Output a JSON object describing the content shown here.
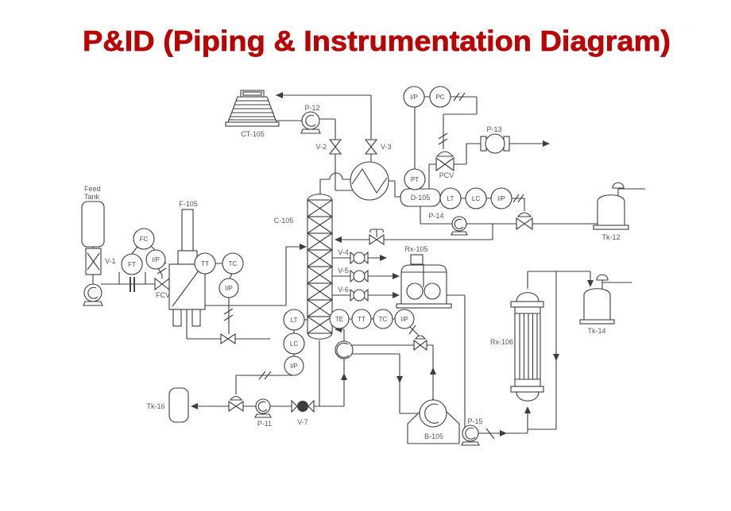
{
  "title": "P&ID (Piping & Instrumentation Diagram)",
  "colors": {
    "title": "#c00000",
    "line": "#3d3d3d",
    "label": "#595959",
    "background": "#ffffff"
  },
  "labels": {
    "feed1": "Feed",
    "feed2": "Tank",
    "v1": "V-1",
    "fcv": "FCV",
    "f105": "F-105",
    "ct105": "CT-105",
    "p12": "P-12",
    "v2": "V-2",
    "v3": "V-3",
    "pcv": "PCV",
    "p13": "P-13",
    "d105": "D-105",
    "p14": "P-14",
    "tk12": "Tk-12",
    "c105": "C-105",
    "v4": "V-4",
    "v5": "V-5",
    "v6": "V-6",
    "rx105": "Rx-105",
    "rx106": "Rx-106",
    "tk14": "Tk-14",
    "tk16": "Tk-16",
    "p11": "P-11",
    "v7": "V-7",
    "b105": "B-105",
    "p15": "P-15"
  },
  "instruments": {
    "ip": "I/P",
    "pc": "PC",
    "pt": "PT",
    "fc": "FC",
    "ft": "FT",
    "tt": "TT",
    "tc": "TC",
    "te": "TE",
    "lt": "LT",
    "lc": "LC"
  }
}
